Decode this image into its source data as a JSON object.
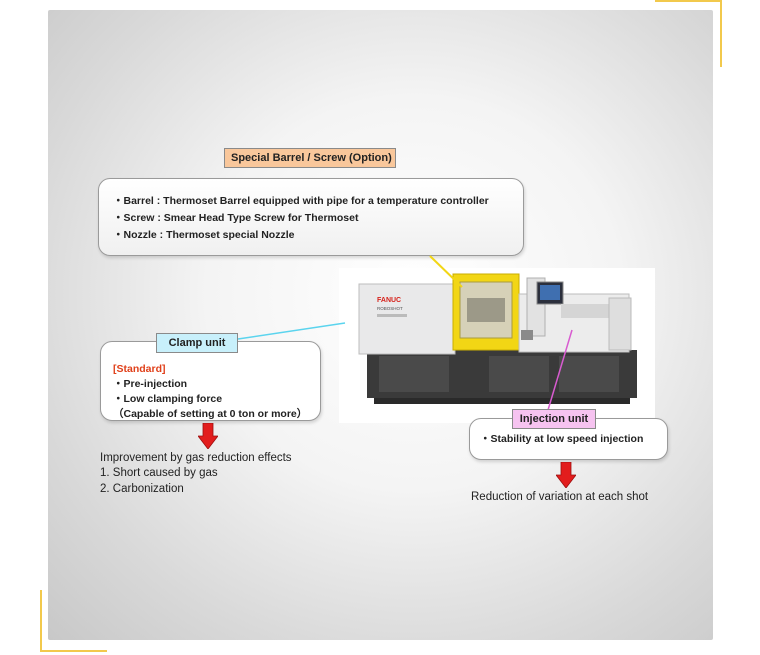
{
  "option_tag": "Special Barrel / Screw (Option)",
  "barrel_box": {
    "lines": [
      "・Barrel : Thermoset Barrel equipped with pipe for a temperature controller",
      "・Screw : Smear Head Type Screw for Thermoset",
      "・Nozzle : Thermoset special Nozzle"
    ]
  },
  "clamp": {
    "tag": "Clamp unit",
    "standard_label": "[Standard]",
    "lines": [
      "・Pre-injection",
      "・Low clamping force",
      "（Capable of setting at 0 ton or more）"
    ],
    "effects": [
      "Improvement by gas reduction effects",
      "1. Short caused by gas",
      "2. Carbonization"
    ]
  },
  "injection": {
    "tag": "Injection unit",
    "line": "・Stability at low speed injection",
    "effect": "Reduction of variation at each shot"
  },
  "machine": {
    "brand": "FANUC",
    "model": "ROBOSHOT"
  },
  "colors": {
    "option_tag_bg": "#f9c79b",
    "clamp_tag_bg": "#c8f0fb",
    "injection_tag_bg": "#f6c3f0",
    "standard_text": "#e0401a",
    "arrow": "#e21d1d",
    "machine_yellow": "#f2d615",
    "frame_accent": "#f2c94c"
  }
}
